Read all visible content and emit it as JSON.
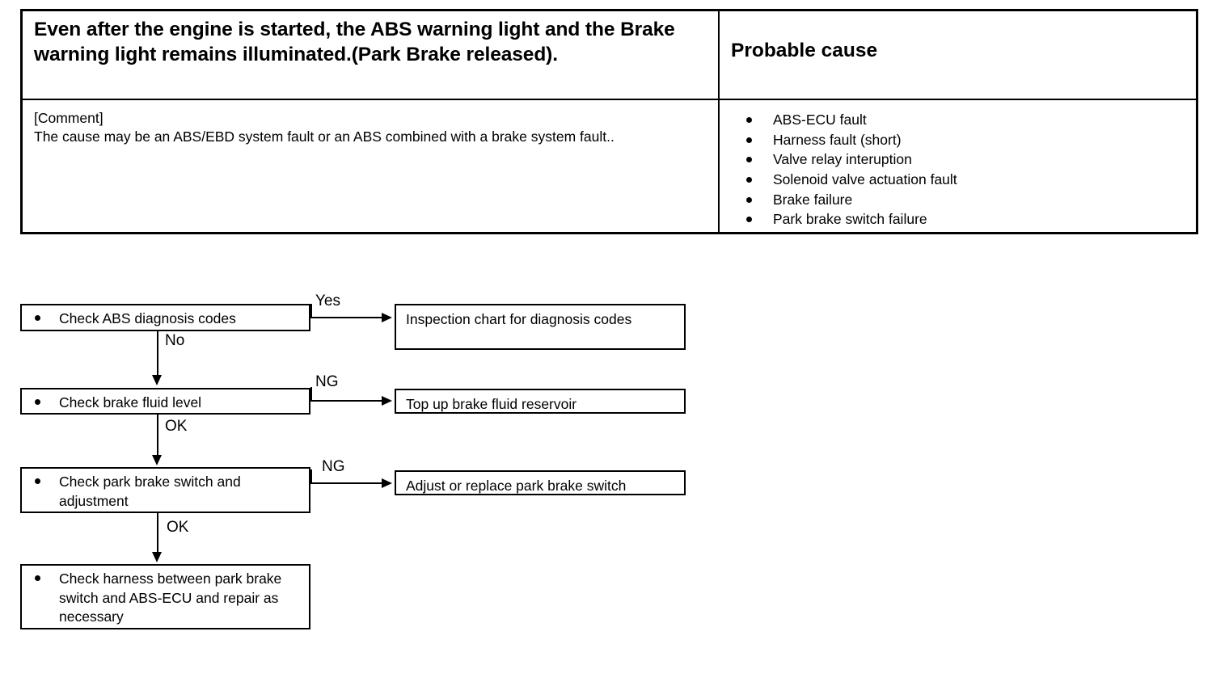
{
  "symptom_table": {
    "header": {
      "symptom": "Even after the engine is started, the ABS warning light and the Brake warning light remains illuminated.(Park Brake released).",
      "probable_cause": "Probable cause"
    },
    "comment_label": "[Comment]",
    "comment_text": "The cause may be an ABS/EBD system fault or an ABS combined with a brake system fault..",
    "causes": [
      "ABS-ECU fault",
      "Harness fault (short)",
      "Valve relay interuption",
      "Solenoid valve actuation fault",
      "Brake failure",
      "Park brake switch failure"
    ]
  },
  "flowchart": {
    "steps": [
      "Check ABS diagnosis codes",
      "Check brake fluid level",
      "Check park brake switch and adjustment",
      "Check harness between park brake switch and ABS-ECU and repair as necessary"
    ],
    "results": [
      "Inspection chart for diagnosis codes",
      "Top up brake fluid reservoir",
      "Adjust or replace park brake switch"
    ],
    "edge_labels": {
      "branch_1": "Yes",
      "down_1": "No",
      "branch_2": "NG",
      "down_2": "OK",
      "branch_3": "NG",
      "down_3": "OK"
    }
  },
  "colors": {
    "ink": "#000000",
    "paper": "#ffffff"
  }
}
